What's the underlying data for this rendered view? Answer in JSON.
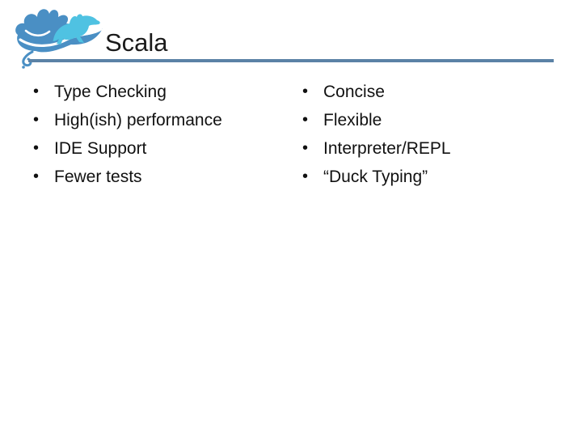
{
  "slide": {
    "title": "Scala",
    "logo": {
      "name": "wave-dog-logo",
      "wave_color": "#4a8fc4",
      "dog_color": "#4fc2e2"
    },
    "divider_color": "#5b82a6",
    "text_color": "#111111",
    "left_list": {
      "items": [
        "Type Checking",
        "High(ish) performance",
        "IDE Support",
        "Fewer tests"
      ]
    },
    "right_list": {
      "items": [
        "Concise",
        "Flexible",
        "Interpreter/REPL",
        "“Duck Typing”"
      ]
    }
  }
}
